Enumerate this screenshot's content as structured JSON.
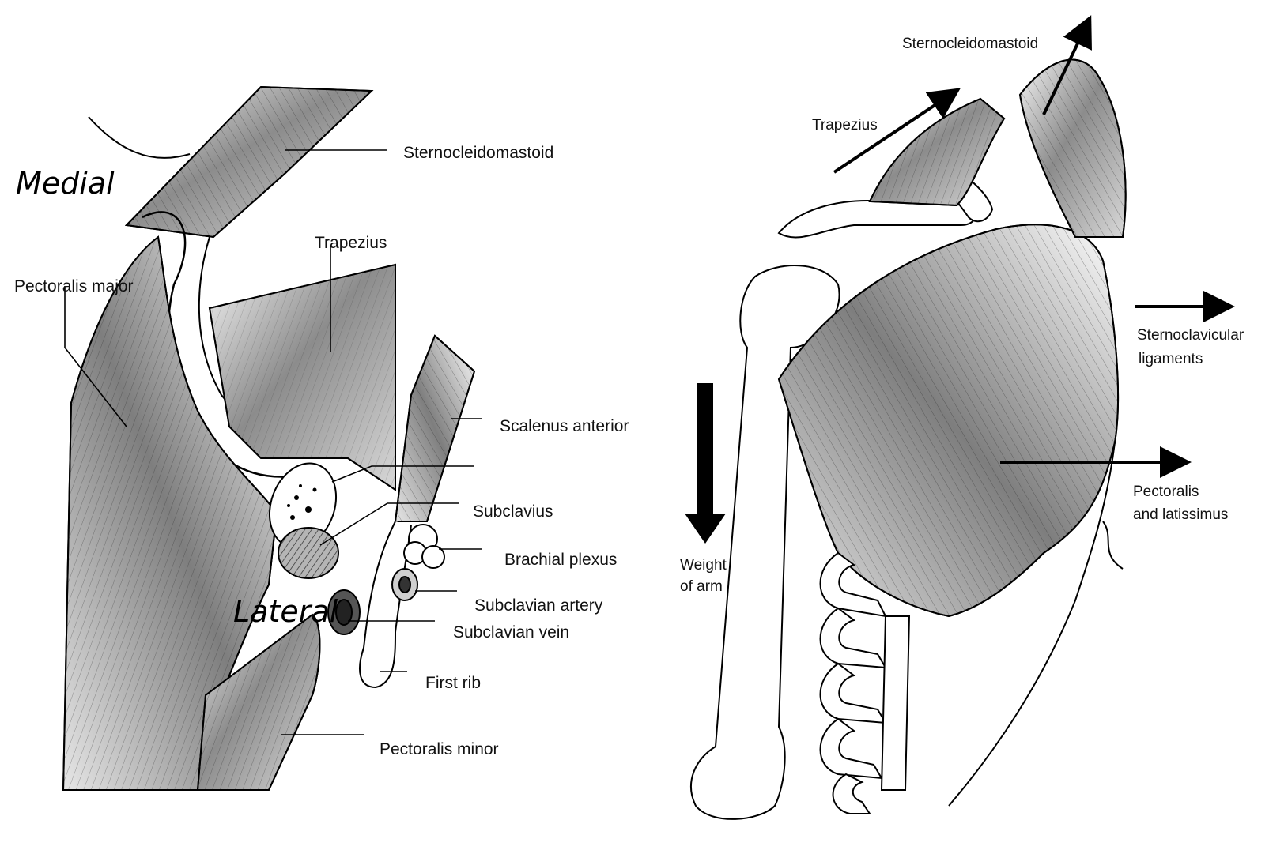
{
  "left_figure": {
    "orientation": {
      "medial": "Medial",
      "lateral": "Lateral"
    },
    "labels": {
      "sternocleidomastoid": "Sternocleidomastoid",
      "trapezius": "Trapezius",
      "pectoralis_major": "Pectoralis major",
      "scalenus_anterior": "Scalenus anterior",
      "subclavius": "Subclavius",
      "brachial_plexus": "Brachial plexus",
      "subclavian_artery": "Subclavian artery",
      "subclavian_vein": "Subclavian vein",
      "first_rib": "First rib",
      "pectoralis_minor": "Pectoralis minor"
    }
  },
  "right_figure": {
    "labels": {
      "sternocleidomastoid": "Sternocleidomastoid",
      "trapezius": "Trapezius",
      "sternoclavicular_line1": "Sternoclavicular",
      "sternoclavicular_line2": "ligaments",
      "pectoralis_line1": "Pectoralis",
      "pectoralis_line2": "and latissimus",
      "weight_line1": "Weight",
      "weight_line2": "of arm"
    }
  },
  "colors": {
    "line": "#000000",
    "muscle_shade": "#9a9a9a",
    "vein": "#555555"
  }
}
